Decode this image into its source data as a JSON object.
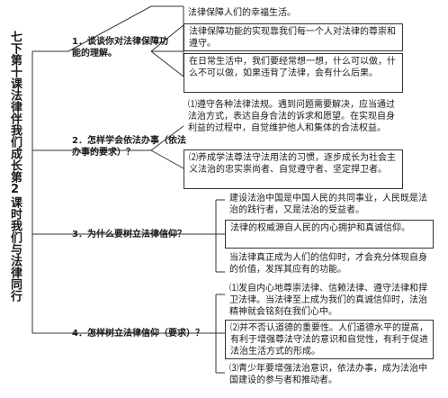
{
  "title": "七下第十课法律伴我们成长第2课时我们与法律同行",
  "q1": "1．谈谈你对法律保障功能的理解。",
  "q1_a1": "法律保障人们的幸福生活。",
  "q1_a2": "法律保障功能的实现靠我们每一个人对法律的尊崇和遵守。",
  "q1_a3": "在日常生活中，我们要经常想一想，什么可以做，什么不可以做，如果违背了法律，会有什么后果。",
  "q2": "2．怎样学会依法办事（依法办事的要求）？",
  "q2_a1": "⑴遵守各种法律法规。遇到问题需要解决，应当通过法治方式，表达自身合法的诉求和愿望。在实现自身利益的过程中，自觉维护他人和集体的合法权益。",
  "q2_a2": "⑵养成学法尊法守法用法的习惯，逐步成长为社会主义法治的忠实崇尚者、自觉遵守者、坚定捍卫者。",
  "q3": "3．为什么要树立法律信仰？",
  "q3_a1": "建设法治中国是中国人民的共同事业，人民既是法治的践行者，又是法治的受益者。",
  "q3_a2": "法律的权威源自人民的内心拥护和真诚信仰。",
  "q3_a3": "当法律真正成为人们的信仰时，才会充分体现自身的价值，发挥其应有的功能。",
  "q4": "4．怎样树立法律信仰（要求）？",
  "q4_a1": "⑴发自内心地尊崇法律、信赖法律、遵守法律和捍卫法律。当法律至上成为我们的真诚信仰时，法治精神就会铭刻在我们心中。",
  "q4_a2": "⑵并不否认道德的重要性。人们道德水平的提高，有利于增强尊法守法的意识和自觉性，有利于促进法治生活方式的形成。",
  "q4_a3": "⑶青少年要增强法治意识，依法办事，成为法治中国建设的参与者和推动者。"
}
